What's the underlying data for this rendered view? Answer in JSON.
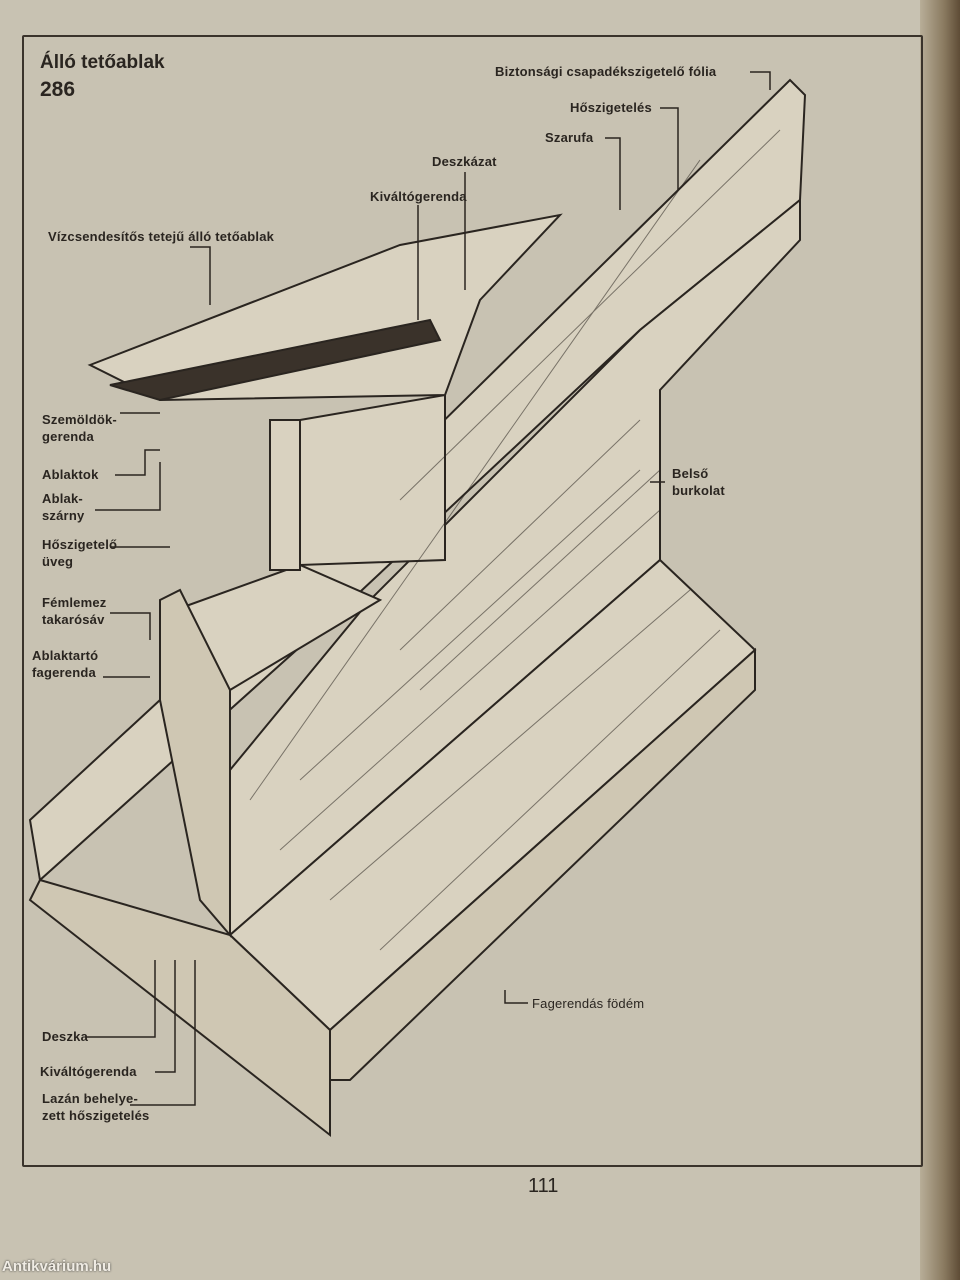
{
  "figure": {
    "title": "Álló tetőablak",
    "number": "286"
  },
  "labels": {
    "biztonsagi": "Biztonsági csapadékszigetelő fólia",
    "hoszigeteles": "Hőszigetelés",
    "szarufa": "Szarufa",
    "deszkazat": "Deszkázat",
    "kivaltogerenda_top": "Kiváltógerenda",
    "vizcsendesitos": "Vízcsendesítős tetejű álló tetőablak",
    "szemoldok_1": "Szemöldök-",
    "szemoldok_2": "gerenda",
    "ablaktok": "Ablaktok",
    "ablakszarny_1": "Ablak-",
    "ablakszarny_2": "szárny",
    "hoszigetelo_uveg_1": "Hőszigetelő",
    "hoszigetelo_uveg_2": "üveg",
    "femlemez_1": "Fémlemez",
    "femlemez_2": "takarósáv",
    "ablaktarto_1": "Ablaktartó",
    "ablaktarto_2": "fagerenda",
    "belso_1": "Belső",
    "belso_2": "burkolat",
    "fagerendas_fodem": "Fagerendás födém",
    "deszka": "Deszka",
    "kivaltogerenda_bottom": "Kiváltógerenda",
    "lazan_1": "Lazán behelye-",
    "lazan_2": "zett hőszigetelés"
  },
  "page_number": "111",
  "watermark": "Antikvárium.hu"
}
